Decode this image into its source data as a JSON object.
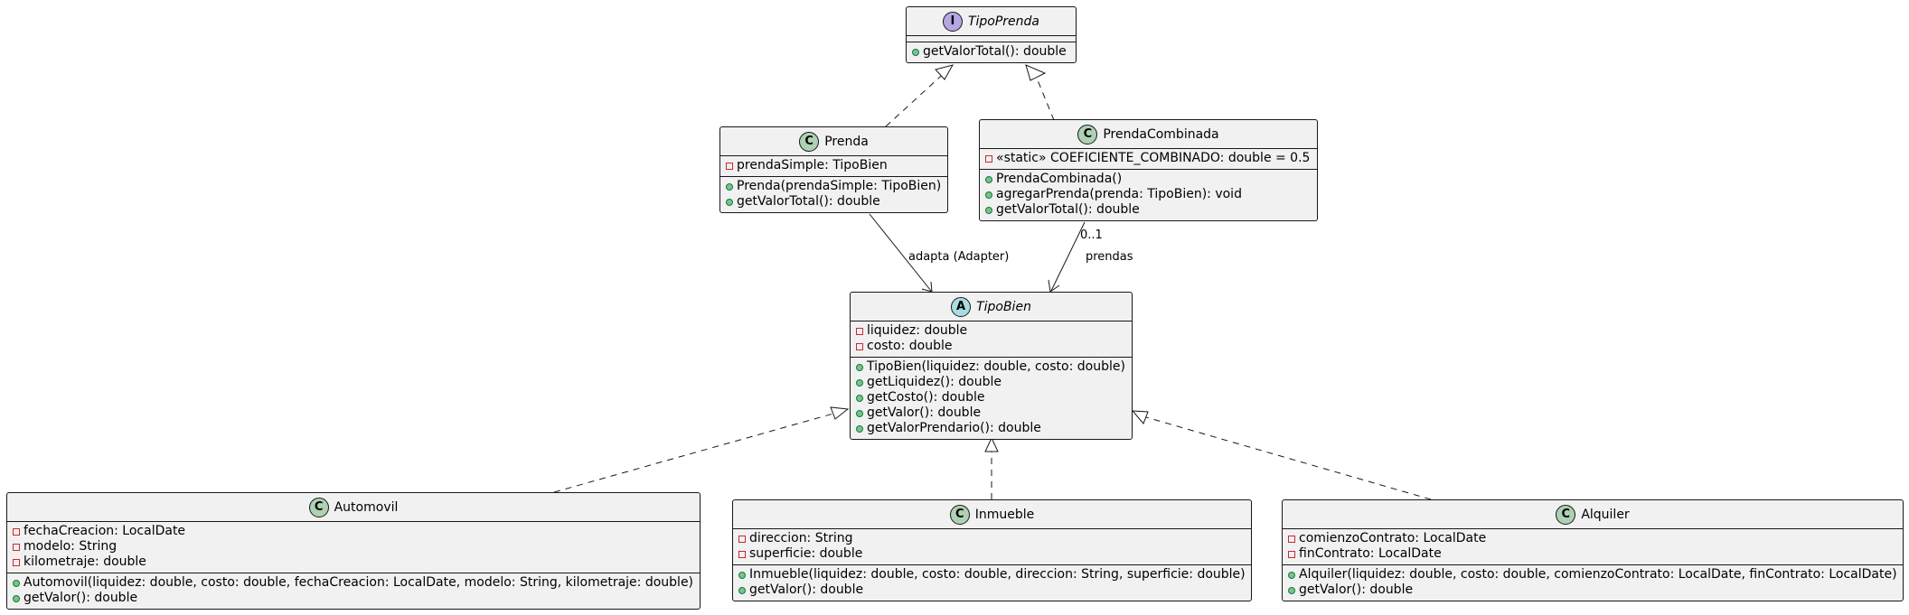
{
  "colors": {
    "class_fill": "#f1f1f1",
    "border": "#181818",
    "class_badge": "#add1b2",
    "abstract_badge": "#a9dcdf",
    "interface_badge": "#b4a7e5",
    "public_marker": "#84be84",
    "private_marker": "#c82930"
  },
  "classes": {
    "tipoprenda": {
      "badge": "I",
      "name": "TipoPrenda",
      "fields": [],
      "methods": [
        {
          "vis": "+",
          "text": "getValorTotal(): double"
        }
      ]
    },
    "prenda": {
      "badge": "C",
      "name": "Prenda",
      "fields": [
        {
          "vis": "-",
          "text": "prendaSimple: TipoBien"
        }
      ],
      "methods": [
        {
          "vis": "+",
          "text": "Prenda(prendaSimple: TipoBien)"
        },
        {
          "vis": "+",
          "text": "getValorTotal(): double"
        }
      ]
    },
    "prendacombinada": {
      "badge": "C",
      "name": "PrendaCombinada",
      "fields": [
        {
          "vis": "-",
          "text": "«static» COEFICIENTE_COMBINADO: double = 0.5"
        }
      ],
      "methods": [
        {
          "vis": "+",
          "text": "PrendaCombinada()"
        },
        {
          "vis": "+",
          "text": "agregarPrenda(prenda: TipoBien): void"
        },
        {
          "vis": "+",
          "text": "getValorTotal(): double"
        }
      ]
    },
    "tipobien": {
      "badge": "A",
      "name": "TipoBien",
      "fields": [
        {
          "vis": "-",
          "text": "liquidez: double"
        },
        {
          "vis": "-",
          "text": "costo: double"
        }
      ],
      "methods": [
        {
          "vis": "+",
          "text": "TipoBien(liquidez: double, costo: double)"
        },
        {
          "vis": "+",
          "text": "getLiquidez(): double"
        },
        {
          "vis": "+",
          "text": "getCosto(): double"
        },
        {
          "vis": "+",
          "text": "getValor(): double"
        },
        {
          "vis": "+",
          "text": "getValorPrendario(): double"
        }
      ]
    },
    "automovil": {
      "badge": "C",
      "name": "Automovil",
      "fields": [
        {
          "vis": "-",
          "text": "fechaCreacion: LocalDate"
        },
        {
          "vis": "-",
          "text": "modelo: String"
        },
        {
          "vis": "-",
          "text": "kilometraje: double"
        }
      ],
      "methods": [
        {
          "vis": "+",
          "text": "Automovil(liquidez: double, costo: double, fechaCreacion: LocalDate, modelo: String, kilometraje: double)"
        },
        {
          "vis": "+",
          "text": "getValor(): double"
        }
      ]
    },
    "inmueble": {
      "badge": "C",
      "name": "Inmueble",
      "fields": [
        {
          "vis": "-",
          "text": "direccion: String"
        },
        {
          "vis": "-",
          "text": "superficie: double"
        }
      ],
      "methods": [
        {
          "vis": "+",
          "text": "Inmueble(liquidez: double, costo: double, direccion: String, superficie: double)"
        },
        {
          "vis": "+",
          "text": "getValor(): double"
        }
      ]
    },
    "alquiler": {
      "badge": "C",
      "name": "Alquiler",
      "fields": [
        {
          "vis": "-",
          "text": "comienzoContrato: LocalDate"
        },
        {
          "vis": "-",
          "text": "finContrato: LocalDate"
        }
      ],
      "methods": [
        {
          "vis": "+",
          "text": "Alquiler(liquidez: double, costo: double, comienzoContrato: LocalDate, finContrato: LocalDate)"
        },
        {
          "vis": "+",
          "text": "getValor(): double"
        }
      ]
    }
  },
  "relations": [
    {
      "from": "prenda",
      "to": "tipoprenda",
      "kind": "realization"
    },
    {
      "from": "prendacombinada",
      "to": "tipoprenda",
      "kind": "realization"
    },
    {
      "from": "prenda",
      "to": "tipobien",
      "kind": "association",
      "label": "adapta (Adapter)"
    },
    {
      "from": "prendacombinada",
      "to": "tipobien",
      "kind": "association",
      "label": "prendas",
      "multiplicity": "0..1"
    },
    {
      "from": "automovil",
      "to": "tipobien",
      "kind": "realization"
    },
    {
      "from": "inmueble",
      "to": "tipobien",
      "kind": "realization"
    },
    {
      "from": "alquiler",
      "to": "tipobien",
      "kind": "realization"
    }
  ],
  "labels": {
    "adapta": "adapta (Adapter)",
    "prendas": "prendas",
    "multiplicity": "0..1"
  }
}
